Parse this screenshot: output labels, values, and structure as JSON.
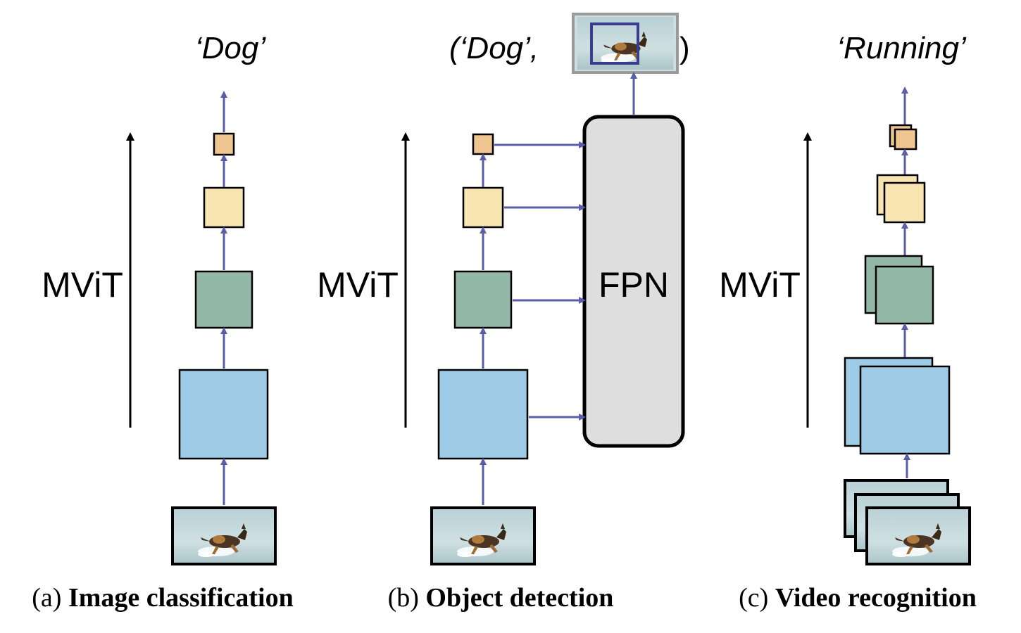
{
  "panels": [
    {
      "id": "a",
      "output_label": "‘Dog’",
      "backbone_label": "MViT",
      "caption_prefix": "(a)",
      "caption_title": "Image classification"
    },
    {
      "id": "b",
      "output_label_open": "(‘Dog’,",
      "output_label_close": ")",
      "backbone_label": "MViT",
      "neck_label": "FPN",
      "caption_prefix": "(b)",
      "caption_title": "Object detection"
    },
    {
      "id": "c",
      "output_label": "‘Running’",
      "backbone_label": "MViT",
      "caption_prefix": "(c)",
      "caption_title": "Video recognition"
    }
  ],
  "colors": {
    "stage1": "#9ecbe6",
    "stage2": "#93b8a8",
    "stage3": "#f8e4b0",
    "stage4": "#efc690",
    "fpn": "#dedede",
    "arrow": "#5a5ea8",
    "water": "#c6d9dc",
    "dog": "#4a3522",
    "bbox": "#3c3c8c"
  }
}
